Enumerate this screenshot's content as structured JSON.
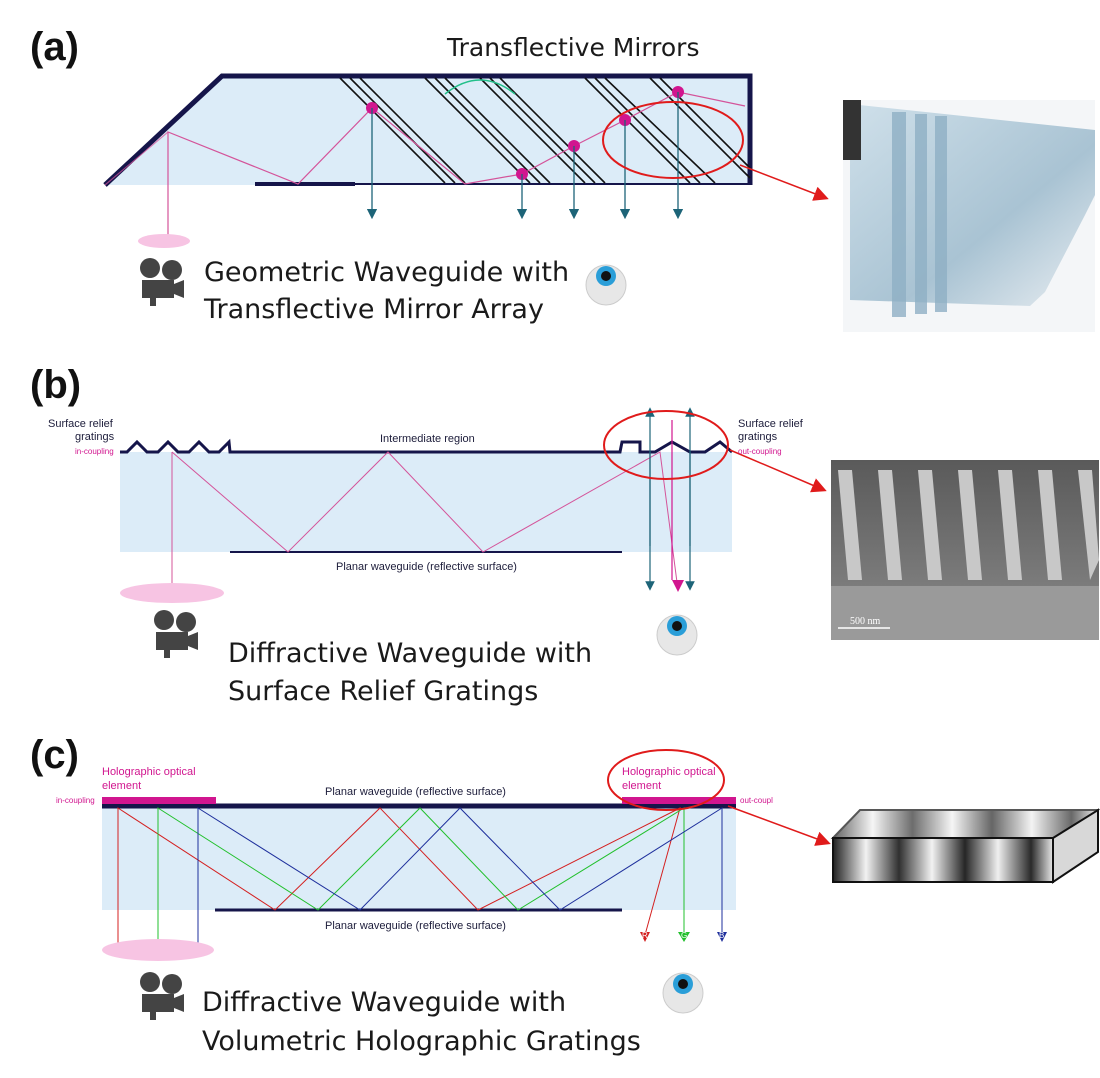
{
  "panel_a": {
    "label": "(a)",
    "top_label": "Transflective Mirrors",
    "caption_line1": "Geometric Waveguide with",
    "caption_line2": "Transflective Mirror Array"
  },
  "panel_b": {
    "label": "(b)",
    "left_label_line1": "Surface relief",
    "left_label_line2": "gratings",
    "left_sub": "in-coupling",
    "right_label_line1": "Surface relief",
    "right_label_line2": "gratings",
    "right_sub": "out-coupling",
    "intermediate": "Intermediate region",
    "bottom_label": "Planar waveguide (reflective surface)",
    "sem_scale": "500 nm",
    "caption_line1": "Diffractive Waveguide with",
    "caption_line2": "Surface Relief Gratings"
  },
  "panel_c": {
    "label": "(c)",
    "left_hoe_line1": "Holographic optical",
    "left_hoe_line2": "element",
    "left_sub": "in-coupling",
    "right_hoe_line1": "Holographic optical",
    "right_hoe_line2": "element",
    "right_sub": "out-coupl",
    "top_label": "Planar waveguide (reflective surface)",
    "bottom_label": "Planar waveguide (reflective surface)",
    "arrow_r": "R",
    "arrow_g": "G",
    "arrow_b": "B",
    "caption_line1": "Diffractive Waveguide with",
    "caption_line2": "Volumetric Holographic Gratings"
  },
  "colors": {
    "waveguide_fill": "#dcecf8",
    "frame": "#15154a",
    "ray_pink": "#d4549a",
    "magenta": "#d1168f",
    "teal_arrow": "#1d6478",
    "callout_red": "#e01b1b",
    "red_ray": "#d42020",
    "green_ray": "#22c02c",
    "blue_ray": "#1e2f9c"
  }
}
